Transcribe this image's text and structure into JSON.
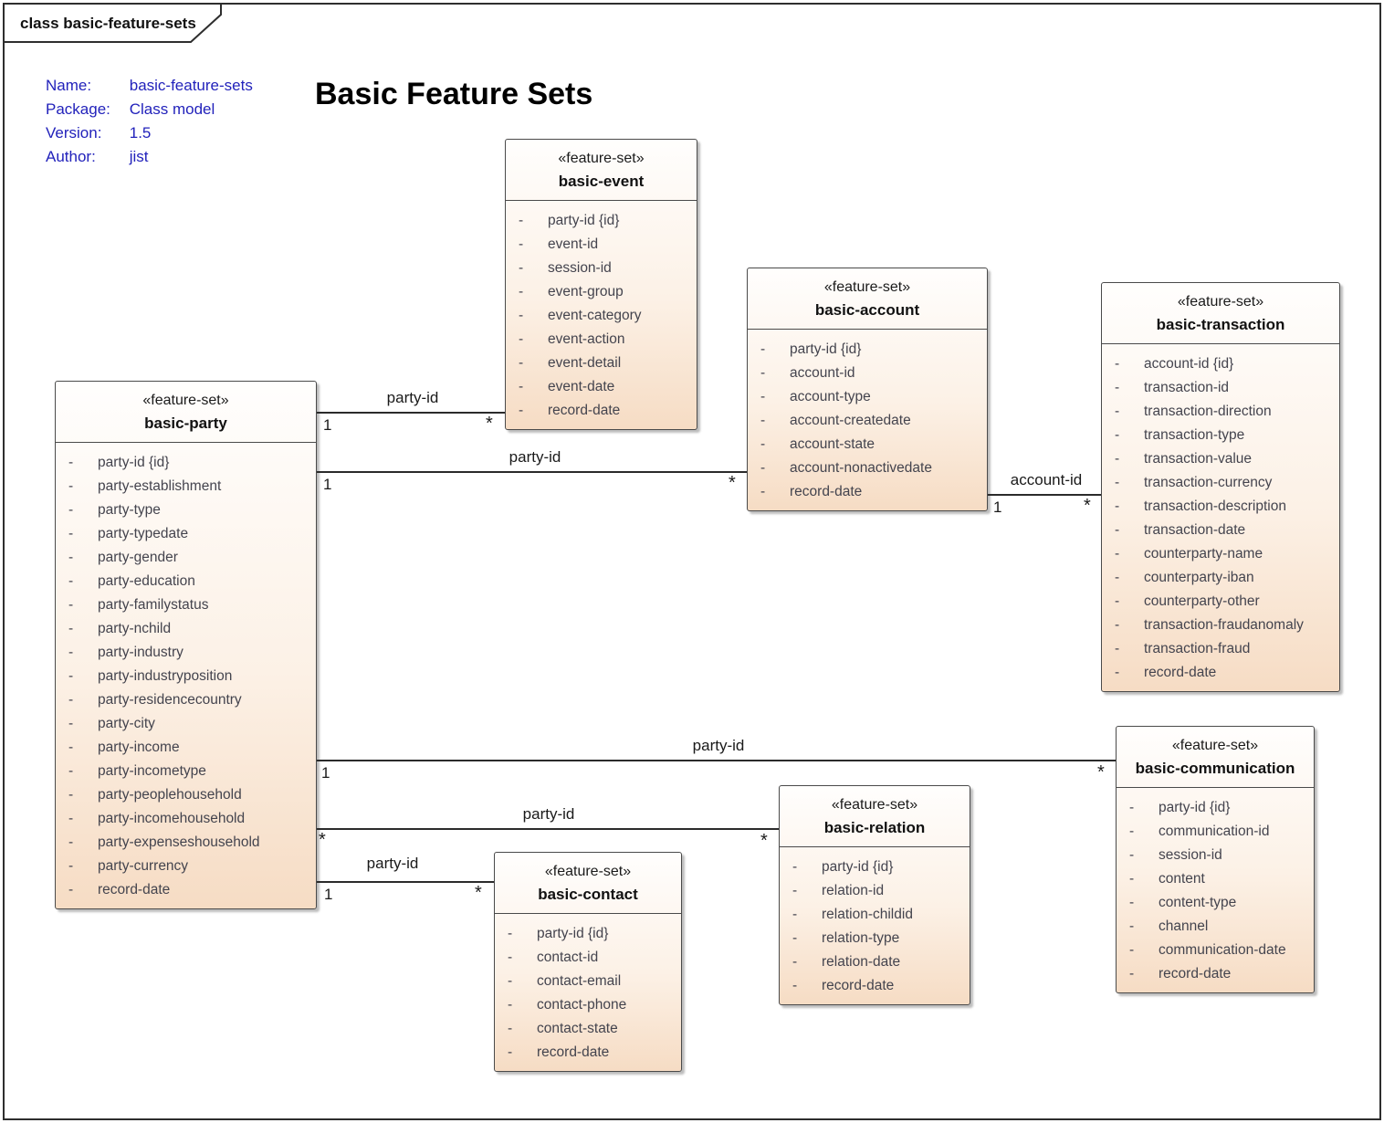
{
  "frame": {
    "label": "class basic-feature-sets"
  },
  "title": "Basic Feature Sets",
  "metadata": {
    "rows": [
      {
        "label": "Name:",
        "value": "basic-feature-sets"
      },
      {
        "label": "Package:",
        "value": "Class model"
      },
      {
        "label": "Version:",
        "value": "1.5"
      },
      {
        "label": "Author:",
        "value": "jist"
      }
    ]
  },
  "ui": {
    "visibility_marker": "-"
  },
  "colors": {
    "metadata_text": "#2222bb",
    "box_fill_top": "#fffefd",
    "box_fill_bottom": "#f6dcc4",
    "box_border": "#4a4a4a",
    "line": "#2b2b2b"
  },
  "classes": [
    {
      "stereotype": "«feature-set»",
      "name": "basic-party",
      "attributes": [
        "party-id {id}",
        "party-establishment",
        "party-type",
        "party-typedate",
        "party-gender",
        "party-education",
        "party-familystatus",
        "party-nchild",
        "party-industry",
        "party-industryposition",
        "party-residencecountry",
        "party-city",
        "party-income",
        "party-incometype",
        "party-peoplehousehold",
        "party-incomehousehold",
        "party-expenseshousehold",
        "party-currency",
        "record-date"
      ]
    },
    {
      "stereotype": "«feature-set»",
      "name": "basic-event",
      "attributes": [
        "party-id {id}",
        "event-id",
        "session-id",
        "event-group",
        "event-category",
        "event-action",
        "event-detail",
        "event-date",
        "record-date"
      ]
    },
    {
      "stereotype": "«feature-set»",
      "name": "basic-account",
      "attributes": [
        "party-id {id}",
        "account-id",
        "account-type",
        "account-createdate",
        "account-state",
        "account-nonactivedate",
        "record-date"
      ]
    },
    {
      "stereotype": "«feature-set»",
      "name": "basic-transaction",
      "attributes": [
        "account-id {id}",
        "transaction-id",
        "transaction-direction",
        "transaction-type",
        "transaction-value",
        "transaction-currency",
        "transaction-description",
        "transaction-date",
        "counterparty-name",
        "counterparty-iban",
        "counterparty-other",
        "transaction-fraudanomaly",
        "transaction-fraud",
        "record-date"
      ]
    },
    {
      "stereotype": "«feature-set»",
      "name": "basic-contact",
      "attributes": [
        "party-id {id}",
        "contact-id",
        "contact-email",
        "contact-phone",
        "contact-state",
        "record-date"
      ]
    },
    {
      "stereotype": "«feature-set»",
      "name": "basic-relation",
      "attributes": [
        "party-id {id}",
        "relation-id",
        "relation-childid",
        "relation-type",
        "relation-date",
        "record-date"
      ]
    },
    {
      "stereotype": "«feature-set»",
      "name": "basic-communication",
      "attributes": [
        "party-id {id}",
        "communication-id",
        "session-id",
        "content",
        "content-type",
        "channel",
        "communication-date",
        "record-date"
      ]
    }
  ],
  "connectors": [
    {
      "label": "party-id",
      "from": "basic-party",
      "to": "basic-event",
      "from_mult": "1",
      "to_mult": "*"
    },
    {
      "label": "party-id",
      "from": "basic-party",
      "to": "basic-account",
      "from_mult": "1",
      "to_mult": "*"
    },
    {
      "label": "account-id",
      "from": "basic-account",
      "to": "basic-transaction",
      "from_mult": "1",
      "to_mult": "*"
    },
    {
      "label": "party-id",
      "from": "basic-party",
      "to": "basic-communication",
      "from_mult": "1",
      "to_mult": "*"
    },
    {
      "label": "party-id",
      "from": "basic-party",
      "to": "basic-relation",
      "from_mult": "*",
      "to_mult": "*"
    },
    {
      "label": "party-id",
      "from": "basic-party",
      "to": "basic-contact",
      "from_mult": "1",
      "to_mult": "*"
    }
  ]
}
